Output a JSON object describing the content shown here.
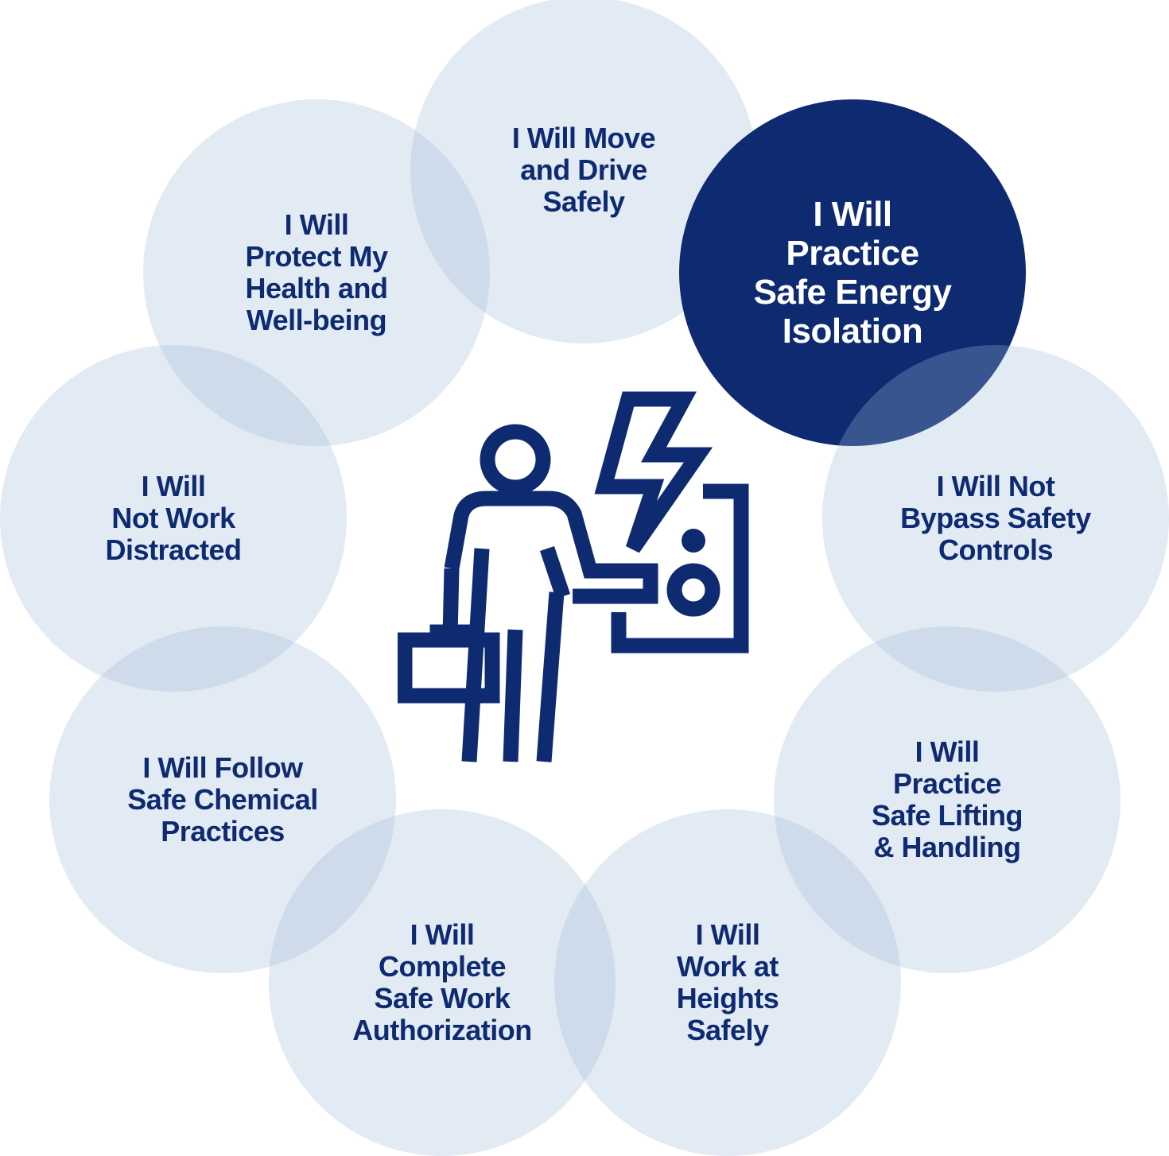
{
  "diagram": {
    "colors": {
      "navy": "#0e2a70",
      "circle_fill": "rgba(160,184,214,0.30)",
      "active_text": "#ffffff"
    },
    "center_icon": "worker-energy-isolation-icon",
    "items": [
      {
        "text": "I Will Move\nand Drive\nSafely",
        "active": false
      },
      {
        "text": "I Will\nPractice\nSafe Energy\nIsolation",
        "active": true
      },
      {
        "text": "I Will Not\nBypass Safety\nControls",
        "active": false
      },
      {
        "text": "I Will\nPractice\nSafe Lifting\n& Handling",
        "active": false
      },
      {
        "text": "I Will\nWork at\nHeights\nSafely",
        "active": false
      },
      {
        "text": "I Will\nComplete\nSafe Work\nAuthorization",
        "active": false
      },
      {
        "text": "I Will Follow\nSafe Chemical\nPractices",
        "active": false
      },
      {
        "text": "I Will\nNot Work\nDistracted",
        "active": false
      },
      {
        "text": "I Will\nProtect My\nHealth and\nWell-being",
        "active": false
      }
    ]
  }
}
